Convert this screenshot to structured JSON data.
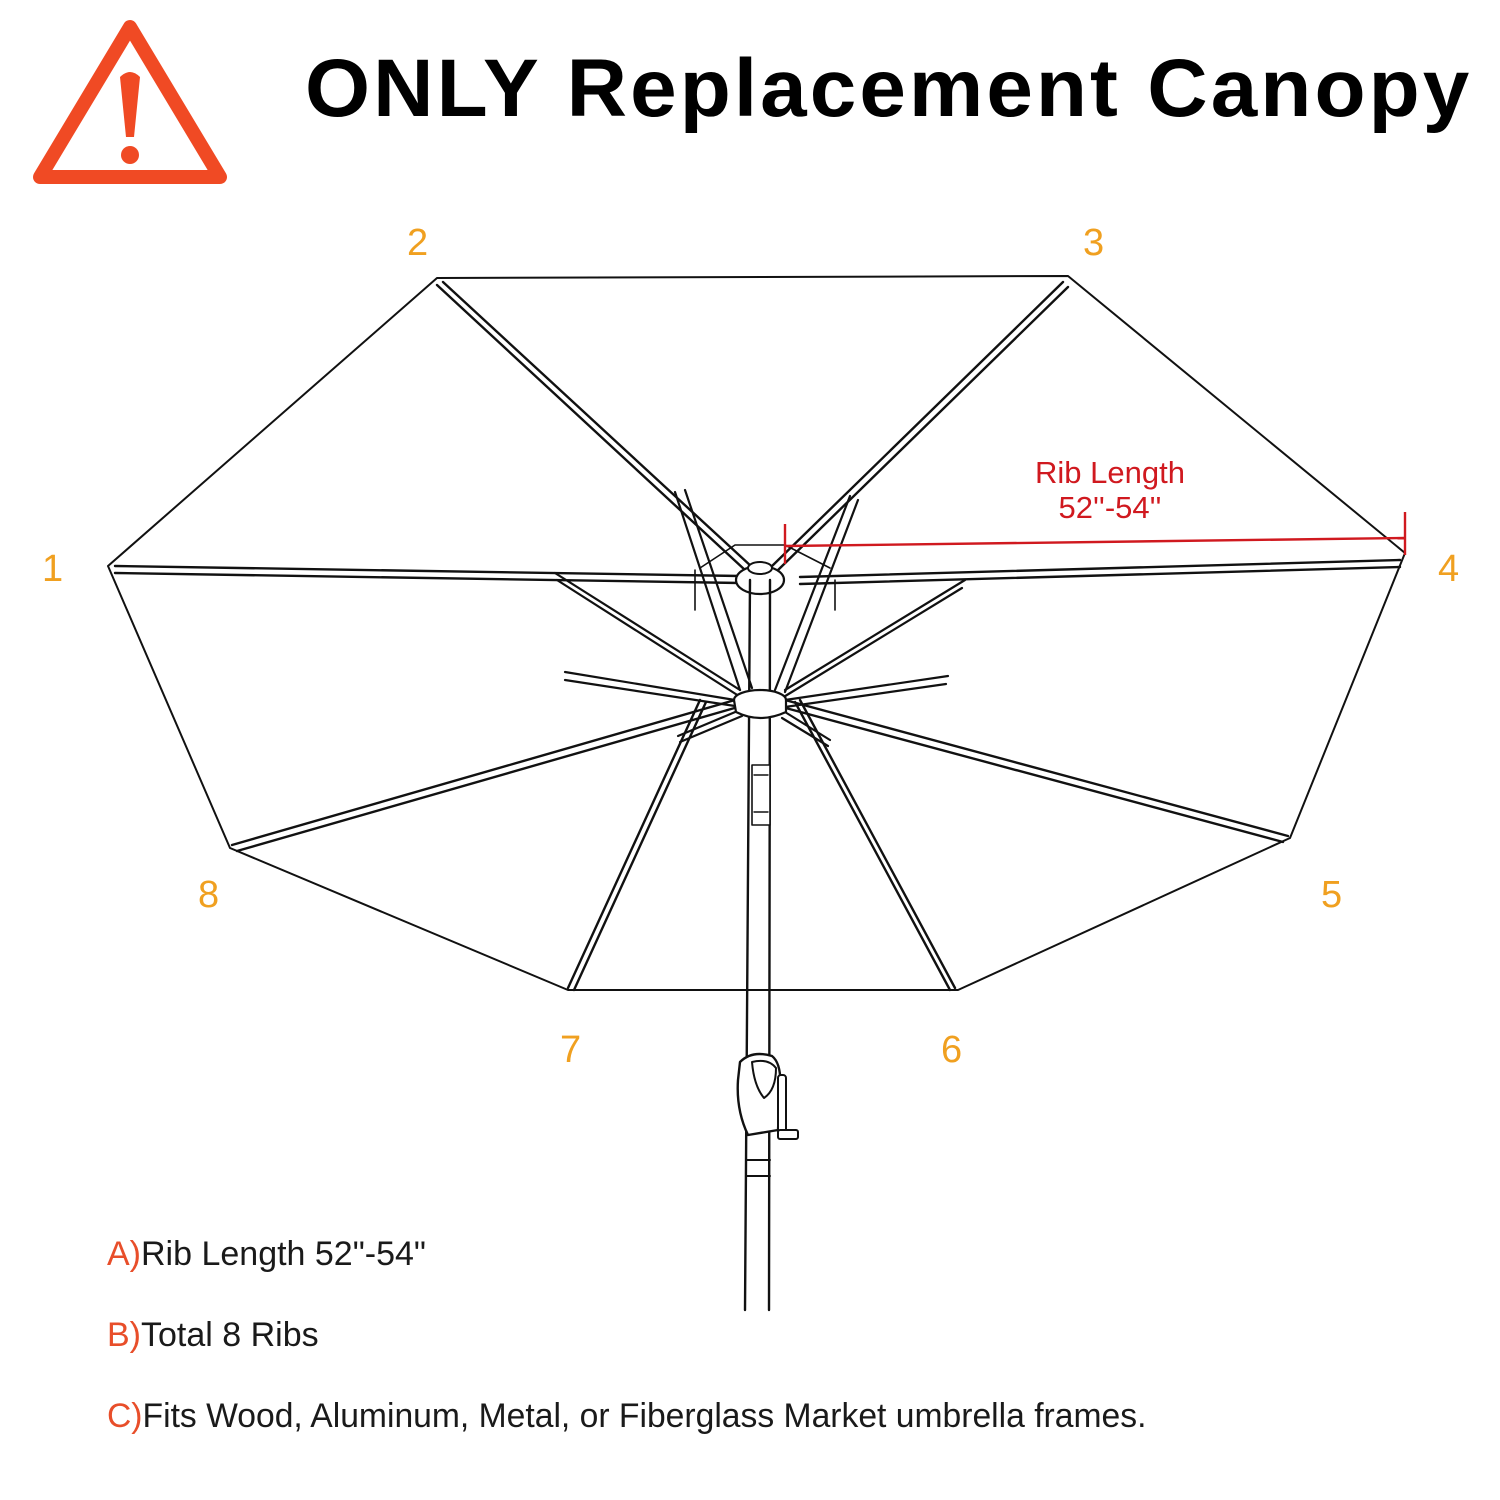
{
  "header": {
    "title": "ONLY Replacement Canopy",
    "warning_icon": "warning-triangle-icon"
  },
  "diagram": {
    "rib_numbers": [
      "1",
      "2",
      "3",
      "4",
      "5",
      "6",
      "7",
      "8"
    ],
    "measurement": {
      "line1": "Rib Length",
      "line2": "52''-54''"
    }
  },
  "specs": [
    {
      "letter": "A)",
      "text": "Rib Length 52\"-54\""
    },
    {
      "letter": "B)",
      "text": "Total 8 Ribs"
    },
    {
      "letter": "C)",
      "text": "Fits Wood, Aluminum, Metal, or Fiberglass Market umbrella frames."
    }
  ],
  "colors": {
    "accent_orange": "#e84e2a",
    "rib_number": "#f0a020",
    "measurement_red": "#d0191f",
    "text": "#000000"
  }
}
